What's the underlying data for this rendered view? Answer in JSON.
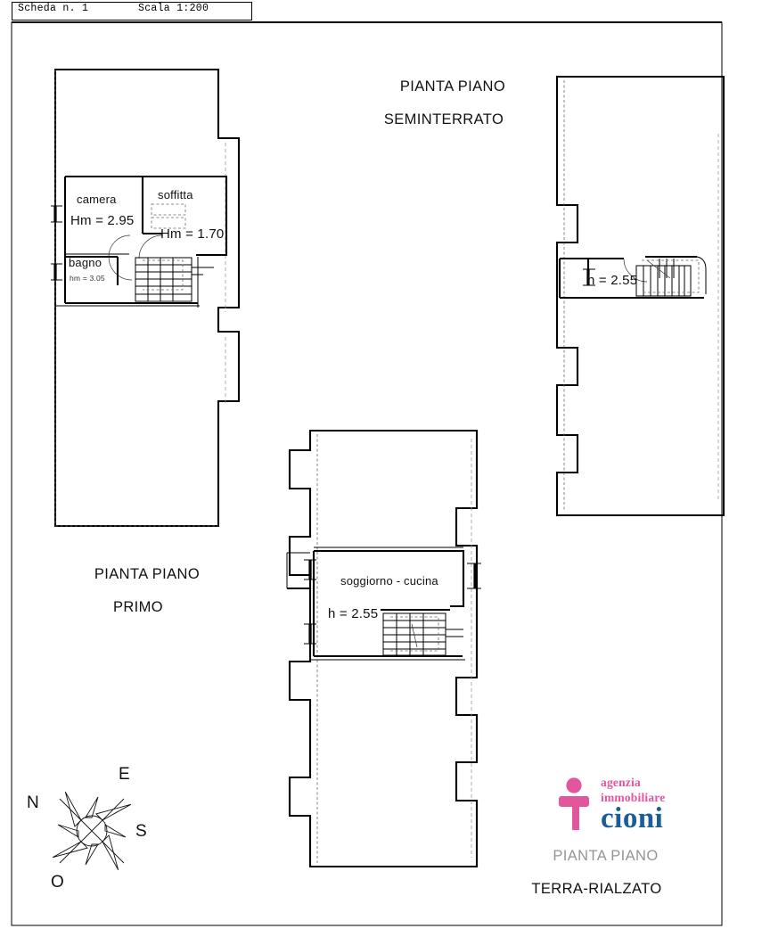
{
  "sheet": {
    "header": {
      "scheda": "Scheda n. 1",
      "scala": "Scala 1:200"
    }
  },
  "plans": {
    "seminterrato": {
      "title_line1": "PIANTA PIANO",
      "title_line2": "SEMINTERRATO",
      "height_label": "h = 2.55"
    },
    "primo": {
      "title_line1": "PIANTA PIANO",
      "title_line2": "PRIMO",
      "rooms": [
        {
          "name": "camera",
          "height": "Hm = 2.95"
        },
        {
          "name": "soffitta",
          "height": "Hm = 1.70"
        },
        {
          "name": "bagno",
          "height": "hm = 3.05"
        }
      ]
    },
    "terra_rialzato": {
      "title_line1": "PIANTA PIANO",
      "title_line2": "TERRA-RIALZATO",
      "rooms": [
        {
          "name": "soggiorno - cucina",
          "height": "h = 2.55"
        }
      ]
    }
  },
  "compass": {
    "north": "N",
    "east": "E",
    "south": "S",
    "west": "O"
  },
  "logo": {
    "line1": "agenzia",
    "line2": "immobiliare",
    "line3": "cioni",
    "accent_pink": "#e2579b",
    "accent_blue": "#1b5d96"
  }
}
